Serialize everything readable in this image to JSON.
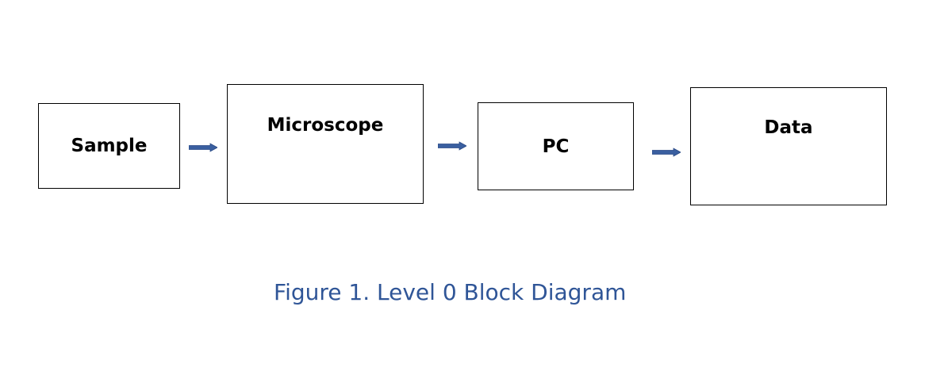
{
  "diagram": {
    "blocks": [
      {
        "id": "sample",
        "label": "Sample"
      },
      {
        "id": "microscope",
        "label": "Microscope"
      },
      {
        "id": "pc",
        "label": "PC"
      },
      {
        "id": "data",
        "label": "Data"
      }
    ],
    "edges": [
      {
        "from": "sample",
        "to": "microscope"
      },
      {
        "from": "microscope",
        "to": "pc"
      },
      {
        "from": "pc",
        "to": "data"
      }
    ],
    "arrow_color": "#3a5fa0",
    "caption": {
      "label": "Figure 1.",
      "text": " Level 0 Block Diagram",
      "color": "#2f5597"
    }
  }
}
